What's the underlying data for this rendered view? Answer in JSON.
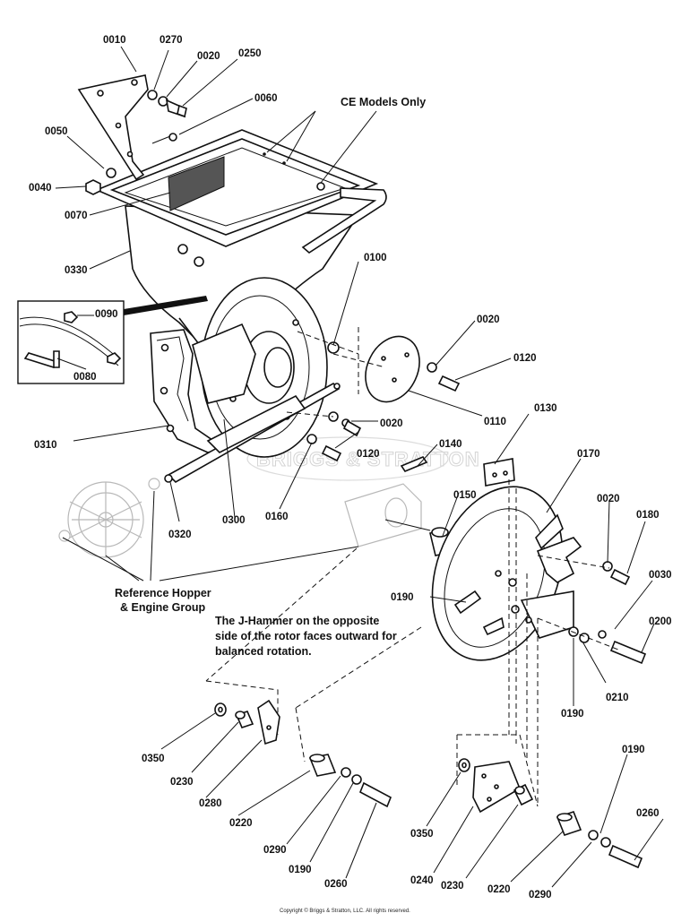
{
  "callouts": [
    {
      "id": "c0010",
      "text": "0010"
    },
    {
      "id": "c0270",
      "text": "0270"
    },
    {
      "id": "c0020a",
      "text": "0020"
    },
    {
      "id": "c0250",
      "text": "0250"
    },
    {
      "id": "c0060",
      "text": "0060"
    },
    {
      "id": "c0050",
      "text": "0050"
    },
    {
      "id": "c0040",
      "text": "0040"
    },
    {
      "id": "c0070",
      "text": "0070"
    },
    {
      "id": "c0330",
      "text": "0330"
    },
    {
      "id": "c0090",
      "text": "0090"
    },
    {
      "id": "c0080",
      "text": "0080"
    },
    {
      "id": "c0100",
      "text": "0100"
    },
    {
      "id": "c0020b",
      "text": "0020"
    },
    {
      "id": "c0120a",
      "text": "0120"
    },
    {
      "id": "c0110",
      "text": "0110"
    },
    {
      "id": "c0020c",
      "text": "0020"
    },
    {
      "id": "c0310",
      "text": "0310"
    },
    {
      "id": "c0130",
      "text": "0130"
    },
    {
      "id": "c0140",
      "text": "0140"
    },
    {
      "id": "c0120b",
      "text": "0120"
    },
    {
      "id": "c0170",
      "text": "0170"
    },
    {
      "id": "c0320",
      "text": "0320"
    },
    {
      "id": "c0300",
      "text": "0300"
    },
    {
      "id": "c0160",
      "text": "0160"
    },
    {
      "id": "c0150",
      "text": "0150"
    },
    {
      "id": "c0020d",
      "text": "0020"
    },
    {
      "id": "c0180",
      "text": "0180"
    },
    {
      "id": "c0190a",
      "text": "0190"
    },
    {
      "id": "c0030",
      "text": "0030"
    },
    {
      "id": "c0200",
      "text": "0200"
    },
    {
      "id": "c0210",
      "text": "0210"
    },
    {
      "id": "c0190b",
      "text": "0190"
    },
    {
      "id": "c0350a",
      "text": "0350"
    },
    {
      "id": "c0230a",
      "text": "0230"
    },
    {
      "id": "c0280",
      "text": "0280"
    },
    {
      "id": "c0220a",
      "text": "0220"
    },
    {
      "id": "c0290a",
      "text": "0290"
    },
    {
      "id": "c0190c",
      "text": "0190"
    },
    {
      "id": "c0260a",
      "text": "0260"
    },
    {
      "id": "c0350b",
      "text": "0350"
    },
    {
      "id": "c0240",
      "text": "0240"
    },
    {
      "id": "c0230b",
      "text": "0230"
    },
    {
      "id": "c0190d",
      "text": "0190"
    },
    {
      "id": "c0260b",
      "text": "0260"
    },
    {
      "id": "c0220b",
      "text": "0220"
    },
    {
      "id": "c0290b",
      "text": "0290"
    }
  ],
  "notes": {
    "ce_models": "CE Models Only",
    "reference_line1": "Reference Hopper",
    "reference_line2": "& Engine Group",
    "jhammer_line1": "The J-Hammer on the opposite",
    "jhammer_line2": "side of the rotor faces outward for",
    "jhammer_line3": "balanced rotation."
  },
  "watermark": "BRIGGS & STRATTON",
  "copyright": "Copyright © Briggs & Stratton, LLC. All rights reserved."
}
